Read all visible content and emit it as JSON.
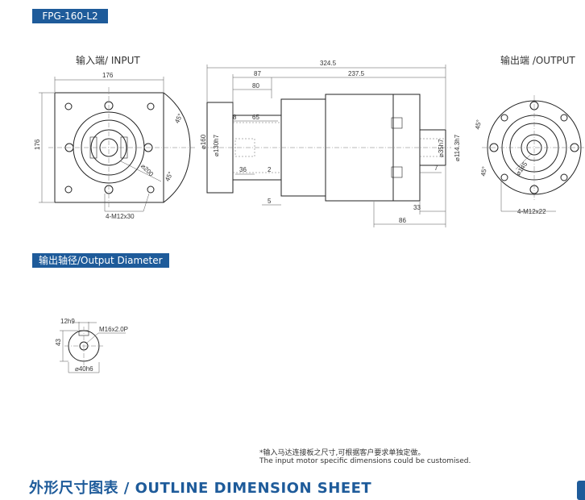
{
  "header": {
    "model": "FPG-160-L2",
    "output_diameter_tag": "输出轴径/Output Diameter"
  },
  "views": {
    "input_label": "输入端/ INPUT",
    "output_label": "输出端 /OUTPUT"
  },
  "dims": {
    "input": {
      "width": "176",
      "height": "176",
      "bolt_circle": "⌀200",
      "angle": "45°",
      "bolts": "4-M12x30"
    },
    "side": {
      "total": "324.5",
      "d87": "87",
      "d237": "237.5",
      "d80": "80",
      "d8": "8",
      "d65": "65",
      "d36": "36",
      "d2": "2",
      "d5": "5",
      "d7": "7",
      "d33": "33",
      "d86": "86",
      "dia160": "⌀160",
      "dia130": "⌀130h7",
      "dia35": "⌀35h7",
      "dia114": "⌀114.3h7"
    },
    "output": {
      "angle1": "45°",
      "angle2": "45°",
      "bolt_circle": "⌀145",
      "bolts": "4-M12x22"
    },
    "shaft": {
      "key_width": "12h9",
      "thread": "M16x2.0P",
      "height": "43",
      "diameter": "⌀40h6"
    }
  },
  "notes": {
    "cn": "*输入马达连接板之尺寸,可根据客户要求单独定做。",
    "en": "The input motor specific dimensions could be customised."
  },
  "footer": {
    "title": "外形尺寸图表 / OUTLINE DIMENSION SHEET"
  }
}
